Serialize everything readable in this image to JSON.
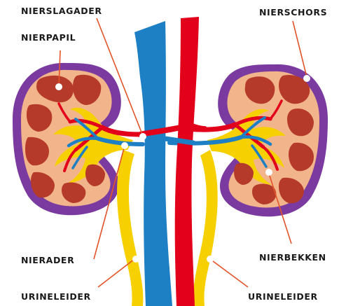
{
  "labels": {
    "nierslagader": "NIERSLAGADER",
    "nierpapil": "NIERPAPIL",
    "nierschors": "NIERSCHORS",
    "nierader": "NIERADER",
    "nierbekken": "NIERBEKKEN",
    "urineleider_left": "URINELEIDER",
    "urineleider_right": "URINELEIDER"
  },
  "colors": {
    "capsule": "#7b3aa0",
    "cortex": "#f2b48a",
    "pyramid": "#b53a2a",
    "pelvis": "#f6d000",
    "artery": "#e2001a",
    "vein": "#1d7fc4",
    "leader": "#e2542a",
    "text": "#1a1a1a"
  }
}
